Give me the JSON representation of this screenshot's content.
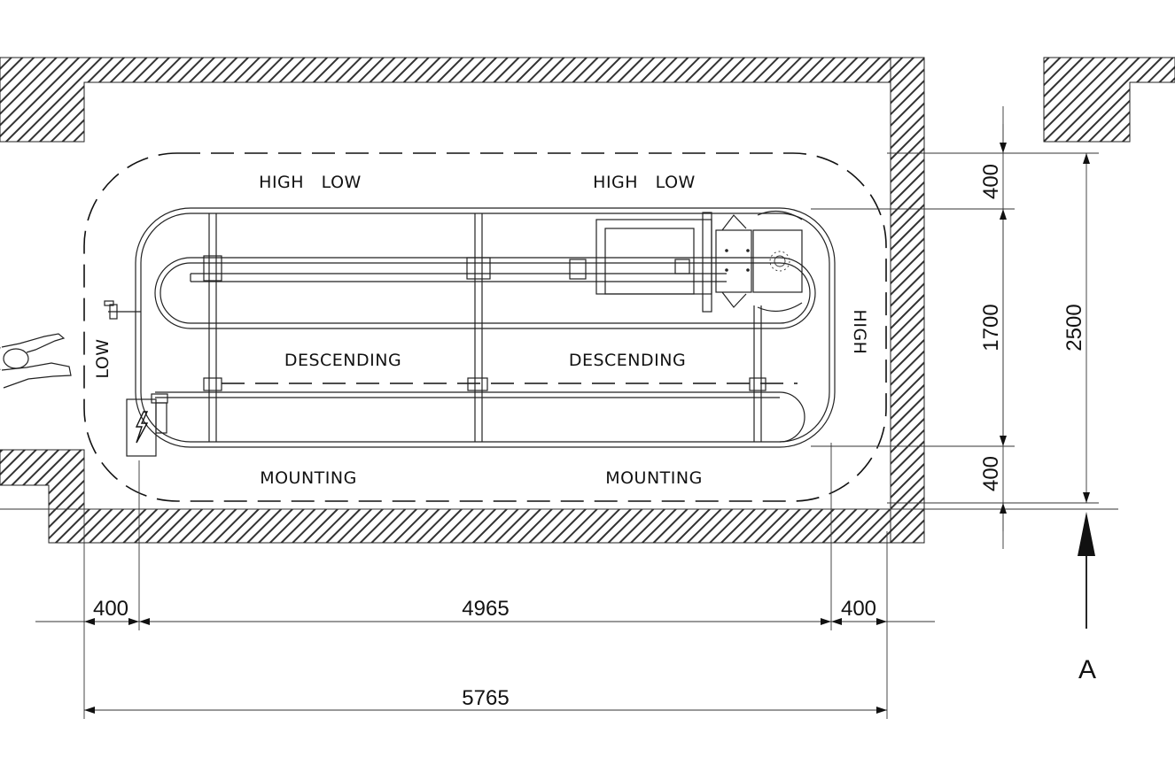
{
  "labels": {
    "top_left": "HIGH   LOW",
    "top_right": "HIGH   LOW",
    "mid_left": "DESCENDING",
    "mid_right": "DESCENDING",
    "bottom_left": "MOUNTING",
    "bottom_right": "MOUNTING",
    "end_left": "LOW",
    "end_right": "HIGH"
  },
  "dimensions": {
    "h_left": "400",
    "h_middle": "4965",
    "h_right": "400",
    "h_total": "5765",
    "v_top": "400",
    "v_middle": "1700",
    "v_bottom": "400",
    "v_total": "2500"
  },
  "view_marker": "A"
}
